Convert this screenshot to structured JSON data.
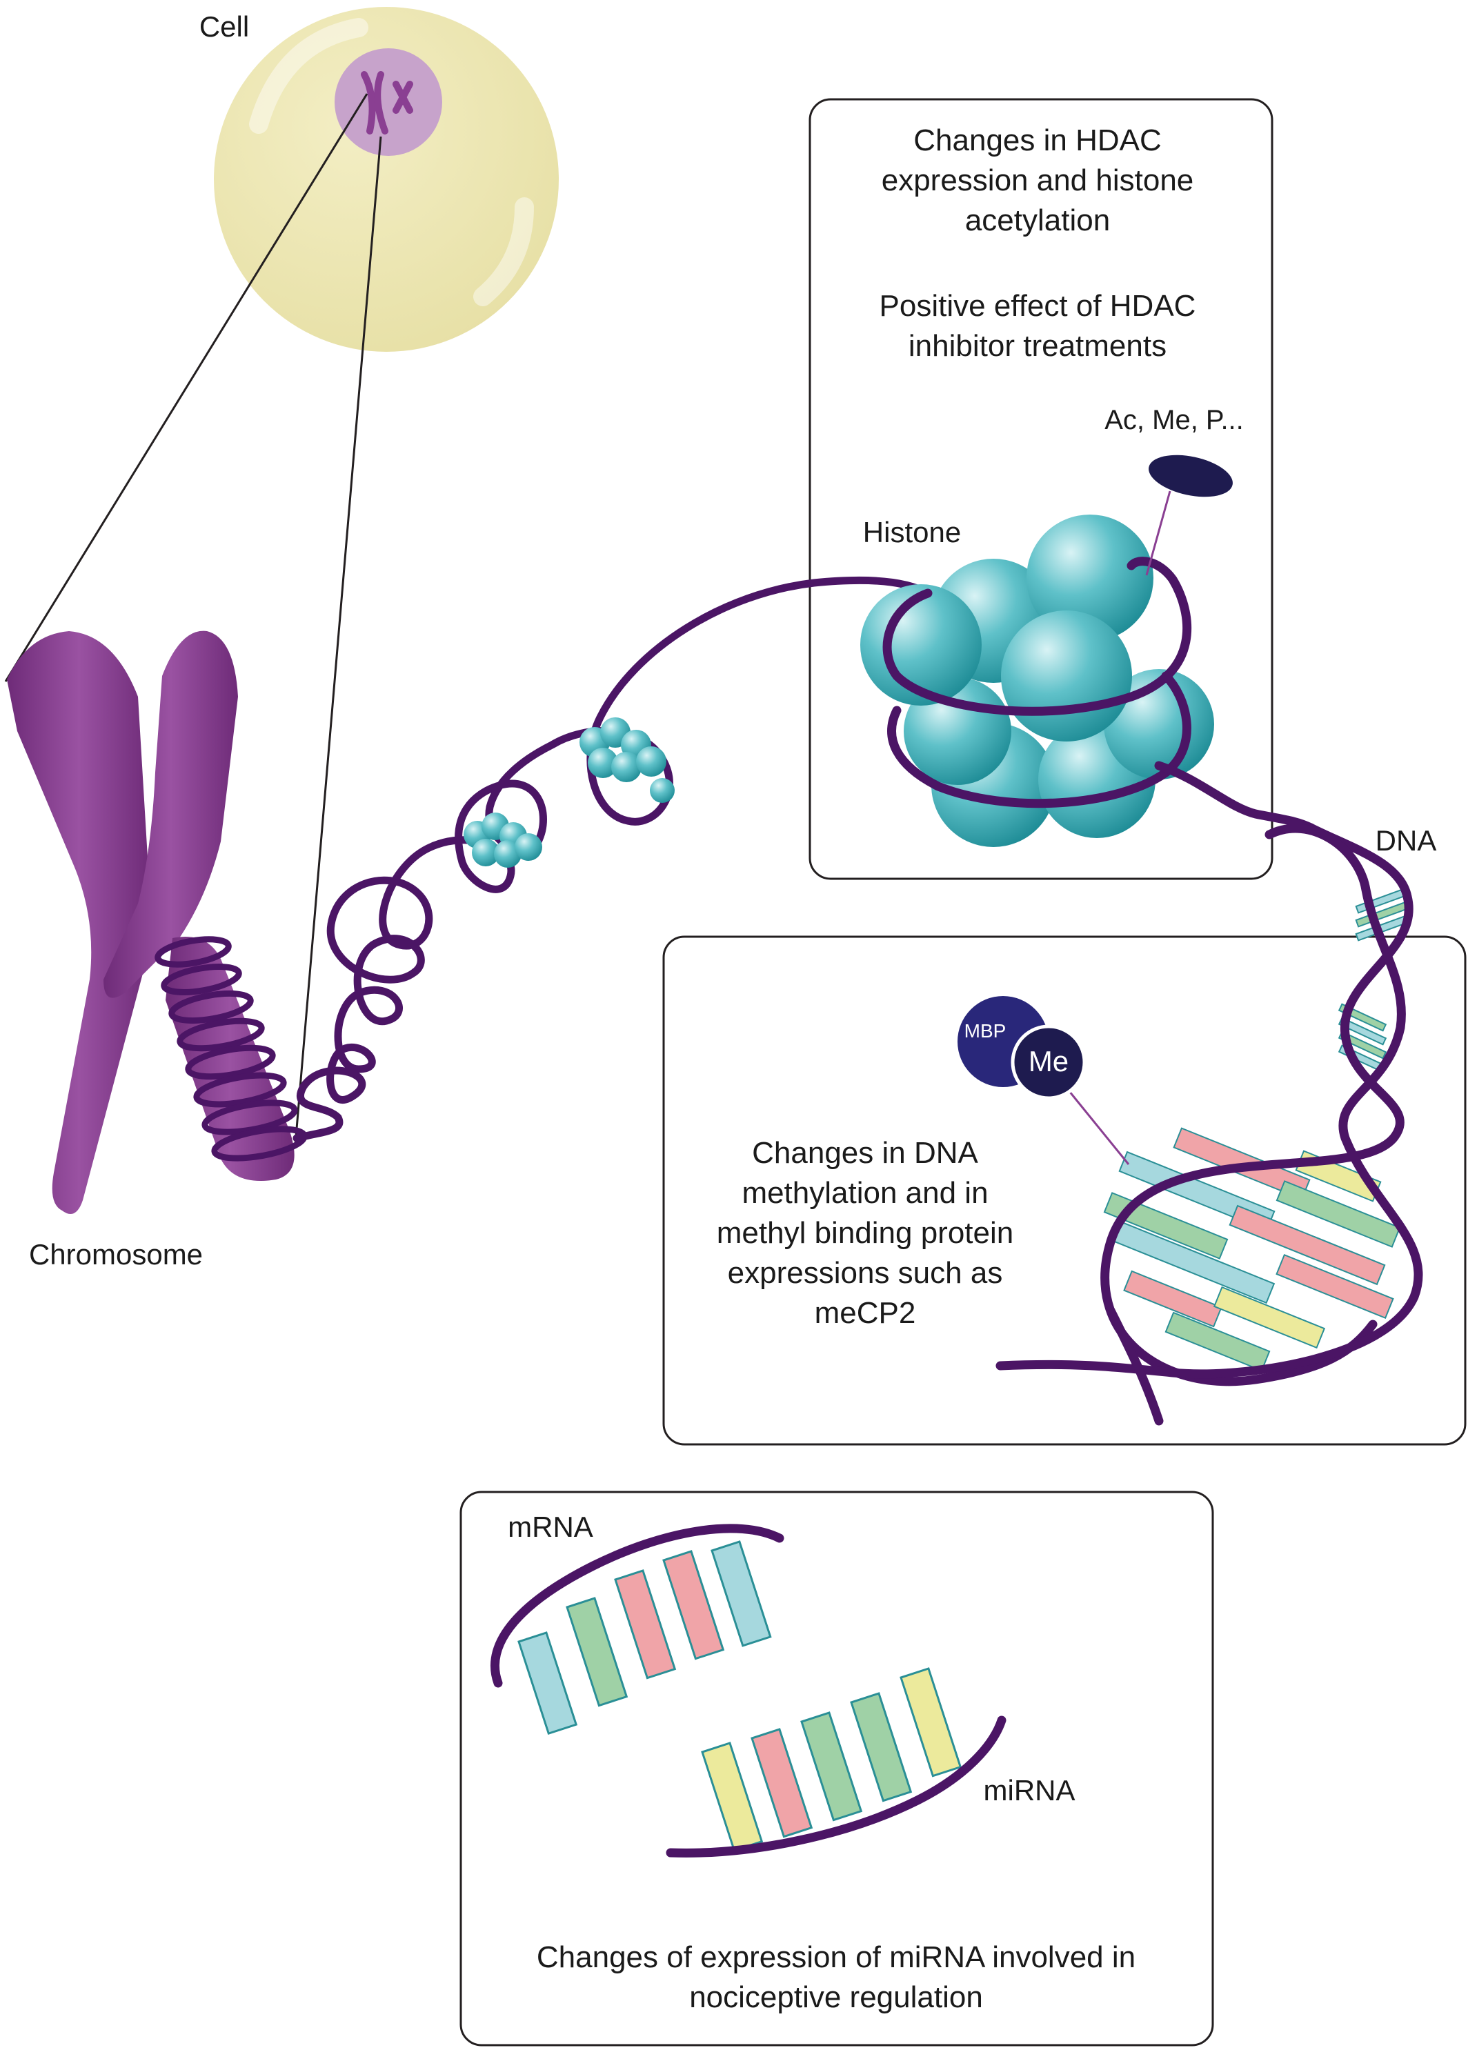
{
  "labels": {
    "cell": "Cell",
    "chromosome": "Chromosome",
    "histone": "Histone",
    "modifications": "Ac, Me, P...",
    "dna": "DNA",
    "mbp": "MBP",
    "me": "Me",
    "mrna": "mRNA",
    "mirna": "miRNA"
  },
  "panels": {
    "histone": {
      "line1": "Changes in HDAC",
      "line2": "expression and histone",
      "line3": "acetylation",
      "line4": "Positive effect of HDAC",
      "line5": "inhibitor treatments"
    },
    "dna": {
      "line1": "Changes in DNA",
      "line2": "methylation and in",
      "line3": "methyl binding protein",
      "line4": "expressions such as",
      "line5": "meCP2"
    },
    "mirna": {
      "line1": "Changes of expression of miRNA involved in",
      "line2": "nociceptive regulation"
    }
  },
  "colors": {
    "cell": "#ece6b0",
    "nucleus": "#c9a6cc",
    "chromosome": "#8a3f92",
    "dna_strand": "#4b1565",
    "histone": "#2aa3ad",
    "mark": "#1e1b4f",
    "base_blue": "#a6d8de",
    "base_green": "#9fd1a6",
    "base_pink": "#f0a4a8",
    "base_yellow": "#ecea9c"
  }
}
